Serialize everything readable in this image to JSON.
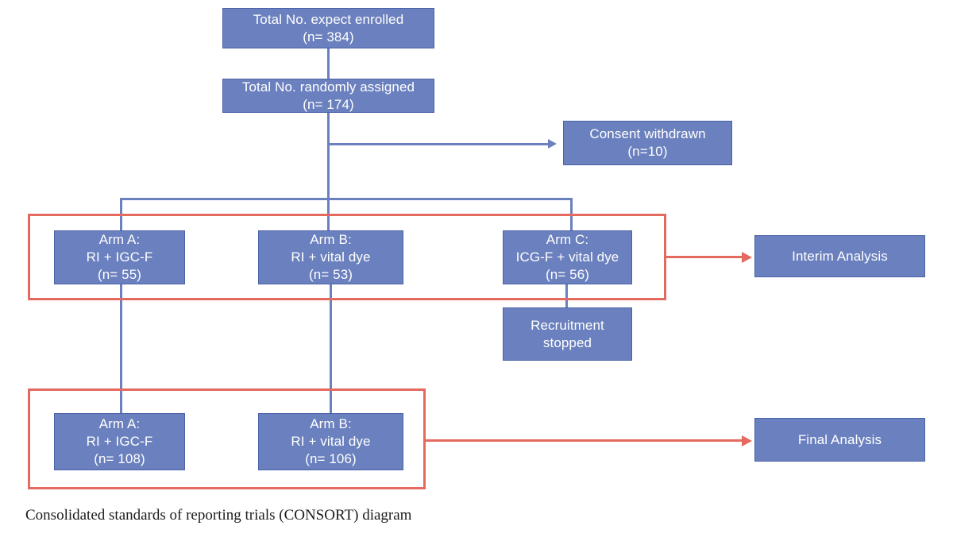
{
  "diagram": {
    "type": "consort-flow-diagram",
    "caption": "Consolidated standards of reporting trials (CONSORT) diagram",
    "colors": {
      "node_fill": "#6B80BE",
      "node_border": "#4A62A8",
      "node_text": "#FFFFFF",
      "connector_blue": "#6B80BE",
      "highlight_red": "#E4695F",
      "background": "#FFFFFF",
      "caption_text": "#1B1B1B"
    },
    "nodes": {
      "enrolled": {
        "line1": "Total No. expect enrolled",
        "line2": "(n= 384)"
      },
      "randomized": {
        "line1": "Total No. randomly assigned",
        "line2": "(n= 174)"
      },
      "consent_withdrawn": {
        "line1": "Consent withdrawn",
        "line2": "(n=10)"
      },
      "arm_a_interim": {
        "line1": "Arm A:",
        "line2": "RI + IGC-F",
        "line3": "(n= 55)"
      },
      "arm_b_interim": {
        "line1": "Arm B:",
        "line2": "RI + vital dye",
        "line3": "(n= 53)"
      },
      "arm_c_interim": {
        "line1": "Arm C:",
        "line2": "ICG-F + vital dye",
        "line3": "(n= 56)"
      },
      "recruitment_stopped": {
        "line1": "Recruitment",
        "line2": "stopped"
      },
      "interim_analysis": {
        "line1": "Interim Analysis"
      },
      "arm_a_final": {
        "line1": "Arm A:",
        "line2": "RI + IGC-F",
        "line3": "(n= 108)"
      },
      "arm_b_final": {
        "line1": "Arm B:",
        "line2": "RI + vital dye",
        "line3": "(n= 106)"
      },
      "final_analysis": {
        "line1": "Final Analysis"
      }
    }
  }
}
